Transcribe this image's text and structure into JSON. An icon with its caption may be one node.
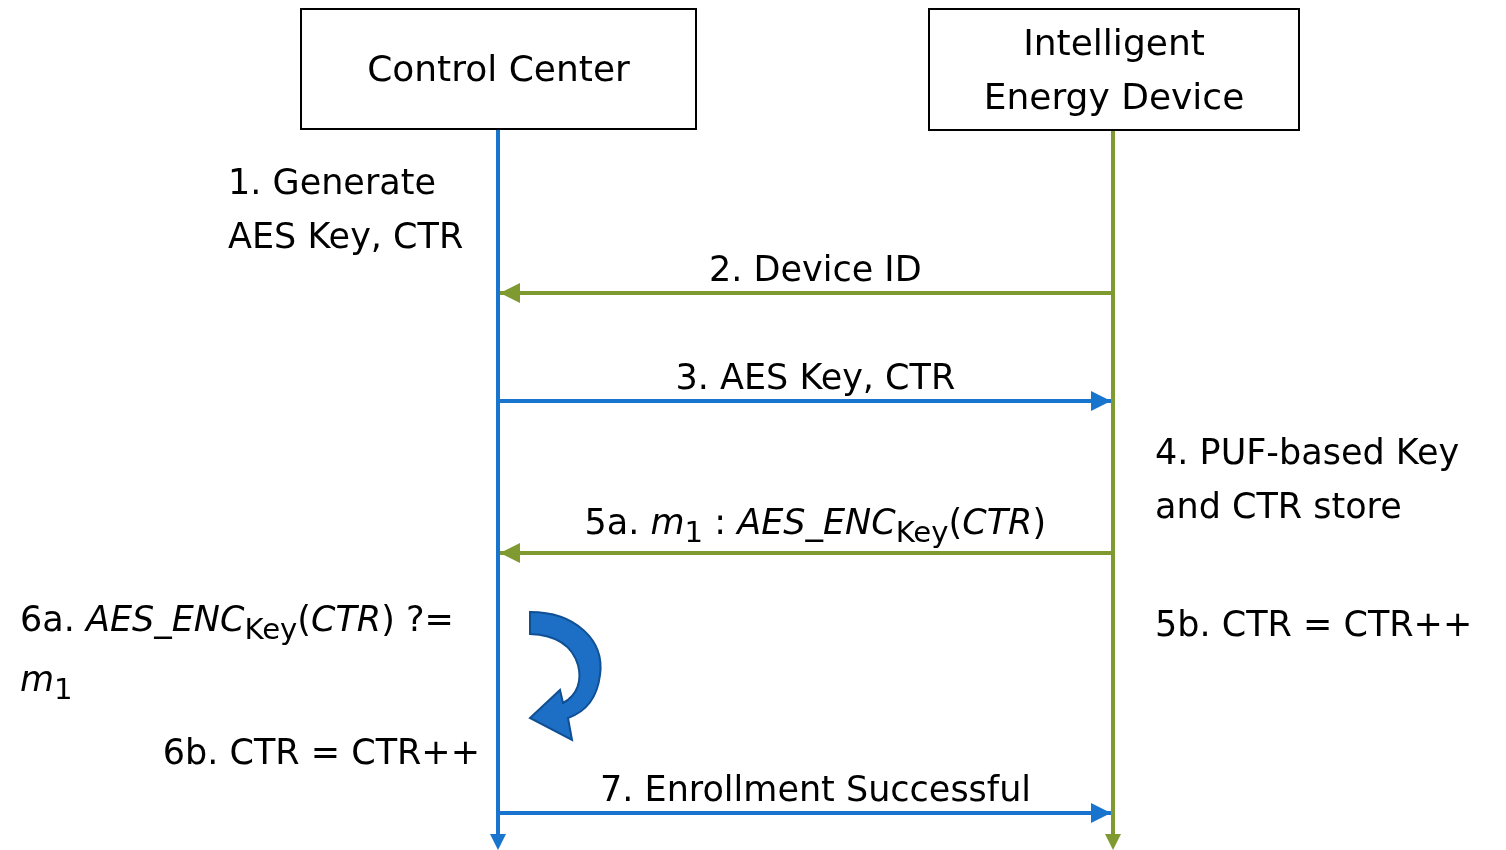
{
  "diagram": {
    "nodes": [
      {
        "text": [
          "Control Center"
        ]
      },
      {
        "text": [
          "Intelligent Energy Device"
        ]
      },
      {
        "text": [],
        "shape": "bar"
      },
      {
        "text": [],
        "shape": "bar"
      }
    ],
    "edges": [
      {
        "from": 3,
        "to": 2,
        "arrow": "to",
        "label": "2. Device ID",
        "color": "#7f9a30"
      },
      {
        "from": 2,
        "to": 3,
        "arrow": "to",
        "label": "3. AES Key, CTR",
        "color": "#1874cd"
      },
      {
        "from": 3,
        "to": 2,
        "arrow": "to",
        "label": "5a. *m*$_{1}$ : *AES_ENC*$_{Key}$(*CTR*)",
        "color": "#7f9a30"
      },
      {
        "from": 2,
        "to": 3,
        "arrow": "to",
        "label": "7. Enrollment Successful",
        "color": "#1874cd"
      }
    ],
    "labels": [
      "1. Generate AES Key, CTR",
      "4. PUF-based Key and CTR store",
      "6a. *AES_ENC*$_{Key}$(*CTR*) ?= *m*$_{1}$",
      "5b. CTR = CTR++",
      "6b. CTR = CTR++"
    ]
  }
}
